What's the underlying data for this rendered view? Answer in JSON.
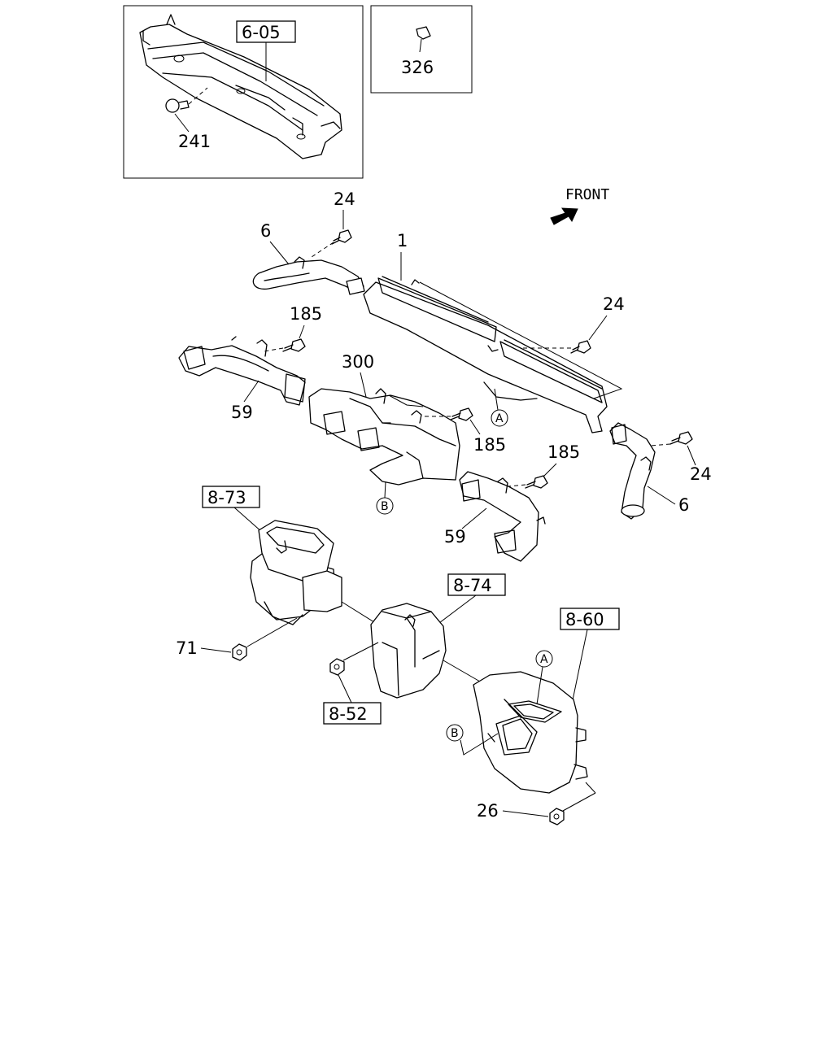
{
  "labels": {
    "ref_6_05": "6-05",
    "ref_326": "326",
    "ref_241": "241",
    "front": "FRONT",
    "p24_top": "24",
    "p6_top": "6",
    "p1": "1",
    "p24_right": "24",
    "p185_top": "185",
    "p300": "300",
    "p59_left": "59",
    "circle_a_mid": "A",
    "p185_mid": "185",
    "p185_right": "185",
    "p24_far_right": "24",
    "p6_right": "6",
    "ref_8_73": "8-73",
    "circle_b_mid": "B",
    "p59_right": "59",
    "ref_8_74": "8-74",
    "ref_8_60": "8-60",
    "p71": "71",
    "circle_a_low": "A",
    "ref_8_52": "8-52",
    "circle_b_low": "B",
    "p26": "26"
  }
}
